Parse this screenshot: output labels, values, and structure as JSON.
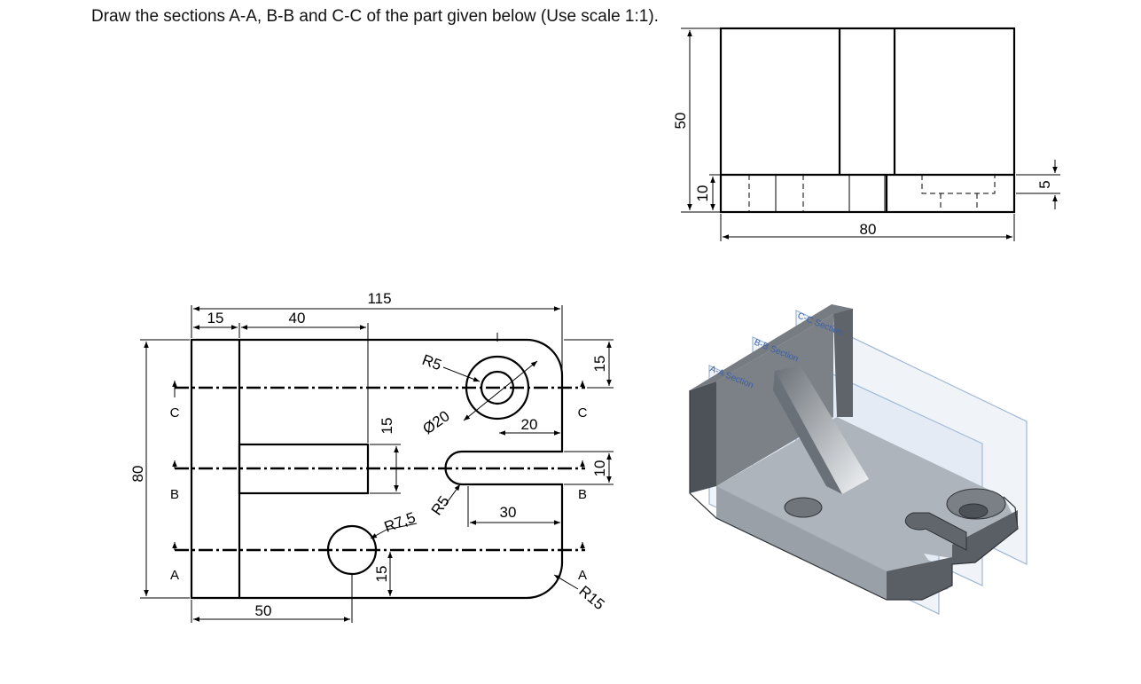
{
  "instruction": "Draw the sections A-A, B-B and C-C of the part given below (Use scale 1:1).",
  "front_view": {
    "dimensions": {
      "height": "50",
      "base_thickness": "10",
      "width": "80",
      "small": "5"
    }
  },
  "top_view": {
    "dimensions": {
      "overall_length": "115",
      "wall": "15",
      "rib_offset": "40",
      "height": "80",
      "hole_offset": "50",
      "r5_top": "R5",
      "diameter": "Ø20",
      "r5_slot": "R5",
      "r7_5": "R7,5",
      "slot_width": "10",
      "boss_offset": "15",
      "rib_width": "15",
      "hole_y": "15",
      "slot_end": "20",
      "slot_len": "30",
      "corner": "R15"
    },
    "section_labels": {
      "a_left": "A",
      "a_right": "A",
      "b_left": "B",
      "b_right": "B",
      "c_left": "C",
      "c_right": "C"
    }
  },
  "iso_view": {
    "planes": {
      "a": "A-A Section",
      "b": "B-B Section",
      "c": "C-C Section"
    },
    "colors": {
      "body": "#8f949b",
      "dark": "#4d5258",
      "plane": "#b9cde3"
    }
  }
}
